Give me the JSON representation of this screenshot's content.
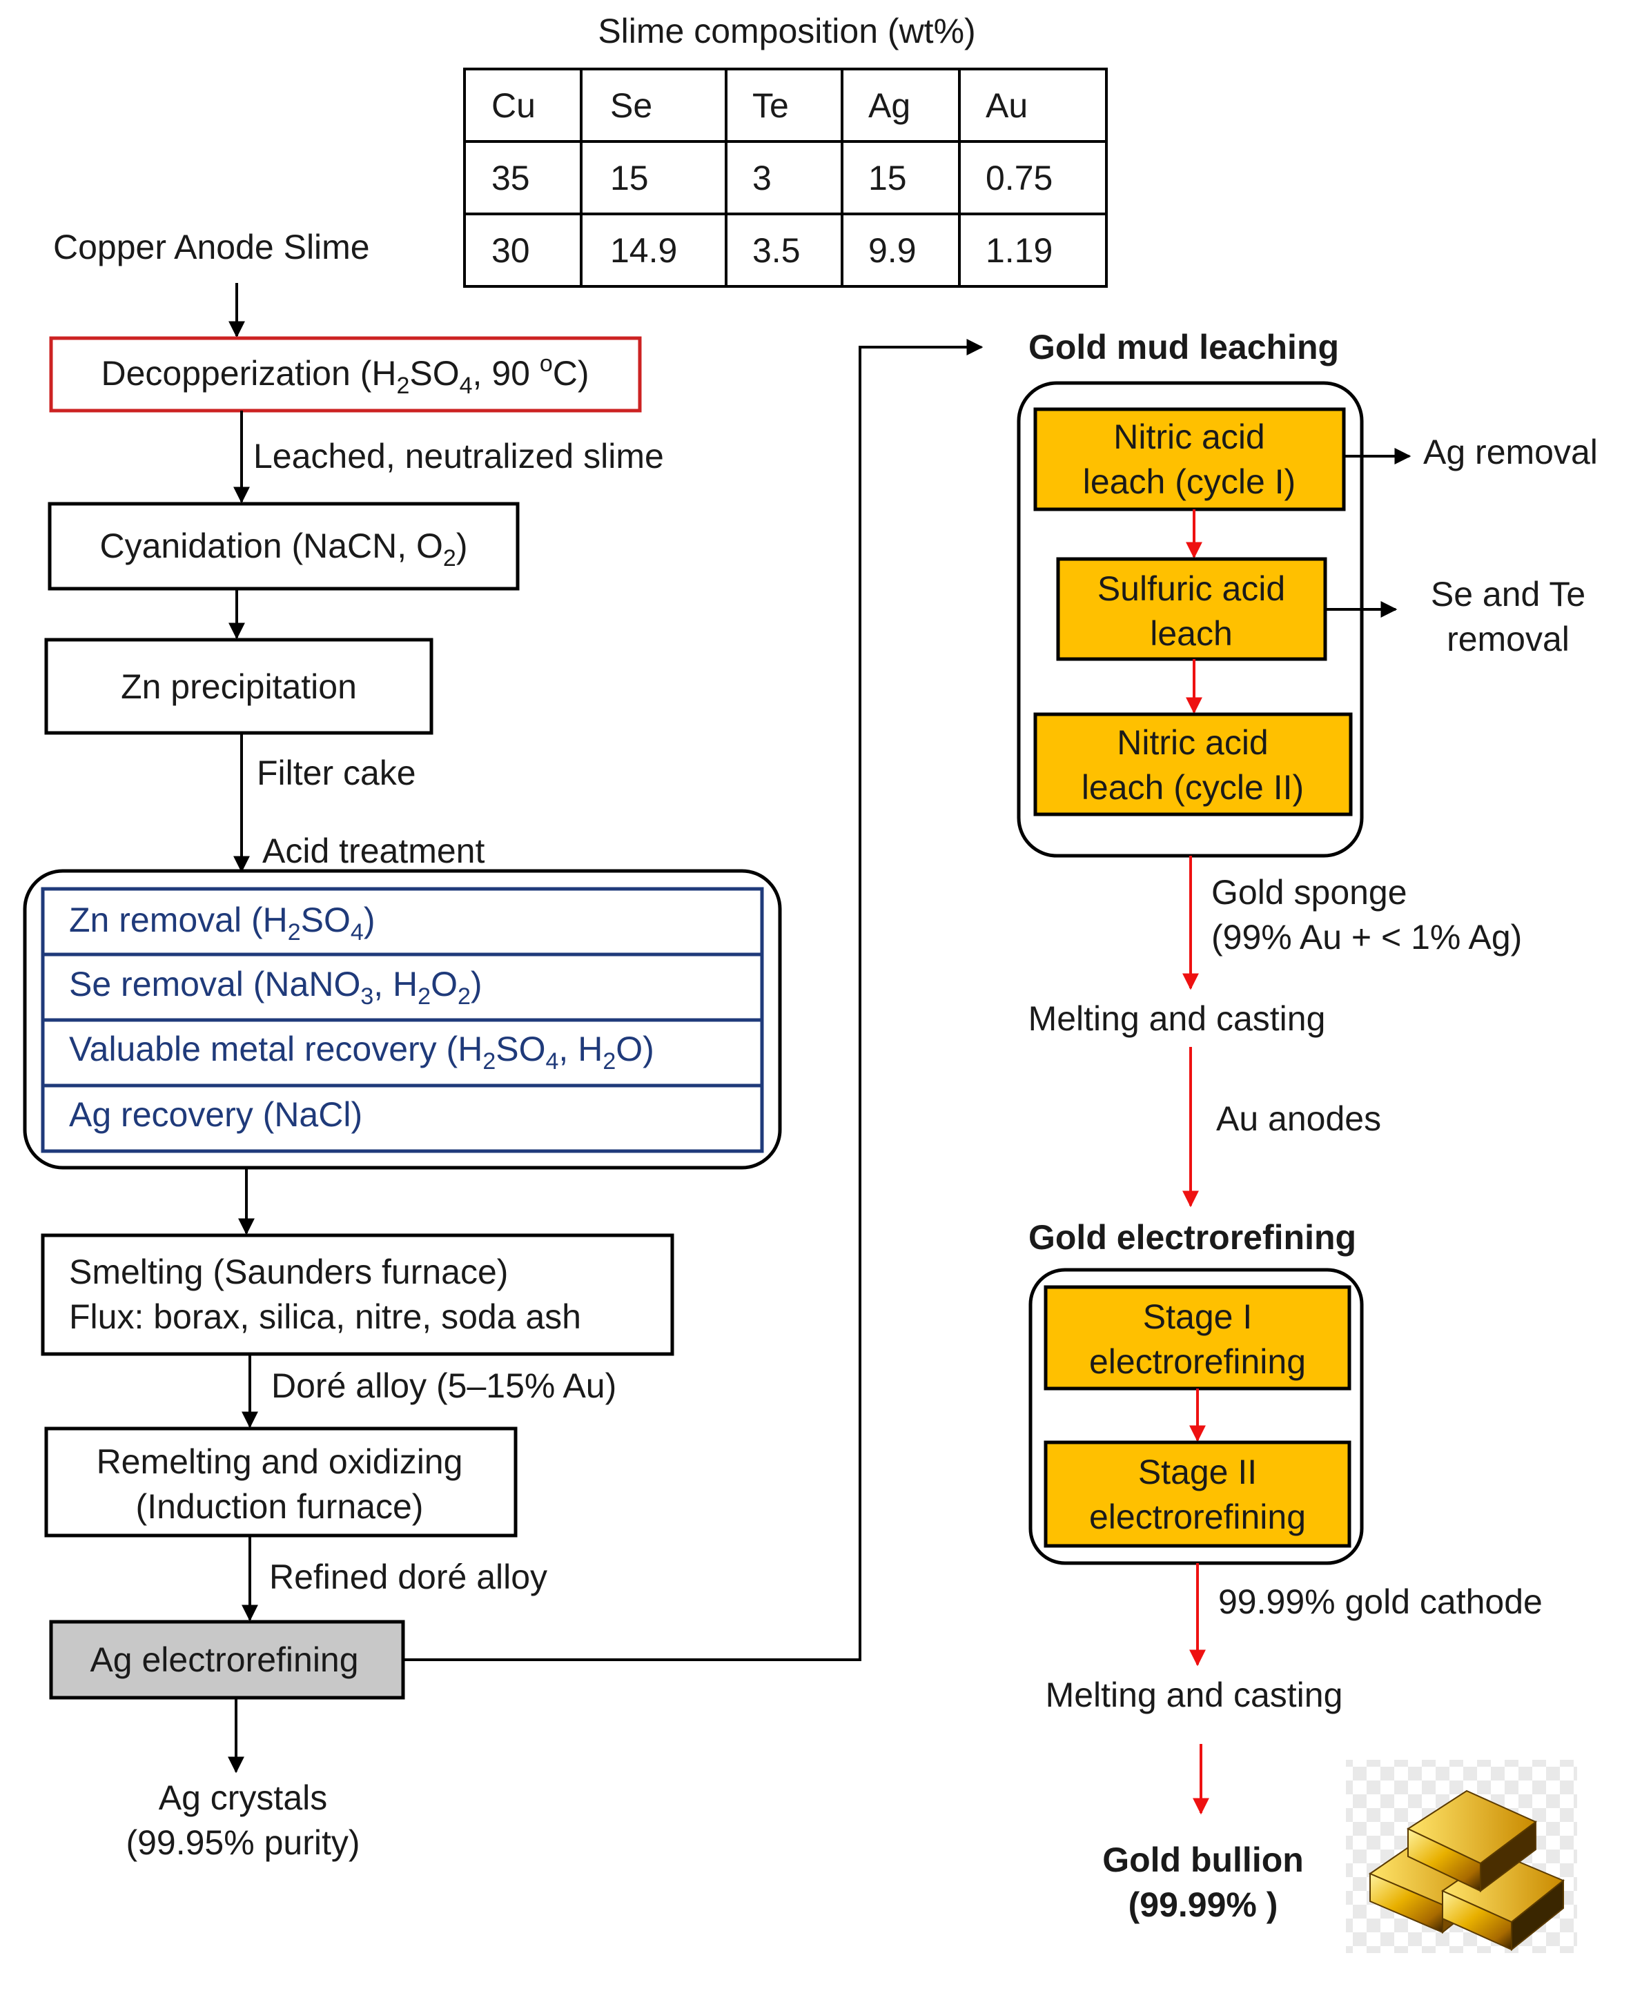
{
  "table": {
    "title": "Slime composition (wt%)",
    "headers": [
      "Cu",
      "Se",
      "Te",
      "Ag",
      "Au"
    ],
    "rows": [
      [
        "35",
        "15",
        "3",
        "15",
        "0.75"
      ],
      [
        "30",
        "14.9",
        "3.5",
        "9.9",
        "1.19"
      ]
    ]
  },
  "left": {
    "input": "Copper Anode Slime",
    "decopper": {
      "pre": "Decopperization (H",
      "sub1": "2",
      "mid": "SO",
      "sub2": "4",
      "post1": ", 90 ",
      "sup": "o",
      "post2": "C)"
    },
    "edge1": "Leached, neutralized slime",
    "cyanidation": {
      "pre": "Cyanidation (NaCN, O",
      "sub": "2",
      "post": ")"
    },
    "zn_precip": "Zn precipitation",
    "edge2": "Filter cake",
    "edge3": "Acid treatment",
    "acid_steps": {
      "zn_removal": {
        "pre": "Zn removal (H",
        "s1": "2",
        "mid": "SO",
        "s2": "4",
        "post": ")"
      },
      "se_removal": {
        "pre": "Se removal (NaNO",
        "s1": "3",
        "mid": ", H",
        "s2": "2",
        "mid2": "O",
        "s3": "2",
        "post": ")"
      },
      "valuable": {
        "pre": "Valuable metal recovery (H",
        "s1": "2",
        "mid": "SO",
        "s2": "4",
        "mid2": ", H",
        "s3": "2",
        "post": "O)"
      },
      "ag_recovery": "Ag recovery (NaCl)"
    },
    "smelting_line1": "Smelting (Saunders furnace)",
    "smelting_line2": "Flux: borax, silica, nitre, soda ash",
    "edge4": "Doré alloy (5–15% Au)",
    "remelt_line1": "Remelting and oxidizing",
    "remelt_line2": "(Induction furnace)",
    "edge5": "Refined doré alloy",
    "ag_electro": "Ag electrorefining",
    "ag_crystals_line1": "Ag crystals",
    "ag_crystals_line2": "(99.95% purity)"
  },
  "right": {
    "mud_title": "Gold mud leaching",
    "nitric1_line1": "Nitric acid",
    "nitric1_line2": "leach (cycle I)",
    "ag_removal": "Ag removal",
    "sulfuric_line1": "Sulfuric acid",
    "sulfuric_line2": "leach",
    "sete_line1": "Se and Te",
    "sete_line2": "removal",
    "nitric2_line1": "Nitric acid",
    "nitric2_line2": "leach (cycle II)",
    "sponge_line1": "Gold sponge",
    "sponge_line2": "(99% Au + < 1% Ag)",
    "melting1": "Melting and casting",
    "au_anodes": "Au anodes",
    "electro_title": "Gold electrorefining",
    "stage1_line1": "Stage I",
    "stage1_line2": "electrorefining",
    "stage2_line1": "Stage II",
    "stage2_line2": "electrorefining",
    "cathode": "99.99% gold cathode",
    "melting2": "Melting and casting",
    "bullion_line1": "Gold bullion",
    "bullion_line2": "(99.99% )"
  },
  "colors": {
    "red_border": "#cc2222",
    "navy": "#1f3a7a",
    "orange_box": "#ffc000",
    "gray_box": "#c8c8c8",
    "red_arrow": "#ee1111"
  }
}
